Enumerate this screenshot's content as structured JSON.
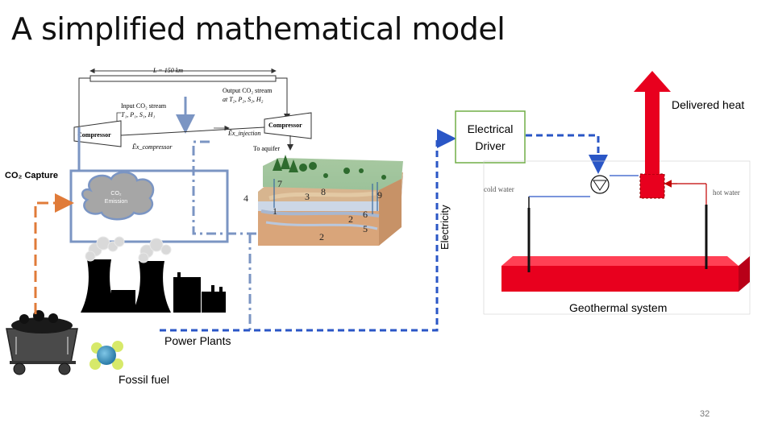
{
  "title": "A simplified mathematical model",
  "page_number": "32",
  "labels": {
    "delivered_heat": "Delivered heat",
    "electrical_driver": "Electrical\nDriver",
    "electricity": "Electricity",
    "co2_capture": "CO₂ Capture",
    "co2_emission": "CO₂\nEmission",
    "geothermal_system": "Geothermal system",
    "power_plants": "Power Plants",
    "fossil_fuel": "Fossil fuel",
    "cold_water": "cold water",
    "hot_water": "hot water"
  },
  "pipeline": {
    "length": "L = 150 km",
    "output_stream": "Output CO₂ stream",
    "output_stream_vars": "at T₂, P₂, S₂, H₂",
    "input_stream": "Input CO₂ stream",
    "input_stream_vars": "T₁, P₁, S₁, H₁",
    "compressor_left": "Compressor",
    "compressor_right": "Compressor",
    "ex_compressor": "Ēx_compressor",
    "ex_injection": "Ēx_injection",
    "to_aquifer": "To aquifer"
  },
  "geology_numbers": [
    "1",
    "2",
    "3",
    "4",
    "5",
    "6",
    "7",
    "8",
    "9"
  ],
  "colors": {
    "red": "#e8001e",
    "orange": "#e07b39",
    "blue_dashed": "#2a56c6",
    "steel_blue": "#7b95c3",
    "green_border": "#70ad47",
    "cloud": "#a6a6a6"
  }
}
